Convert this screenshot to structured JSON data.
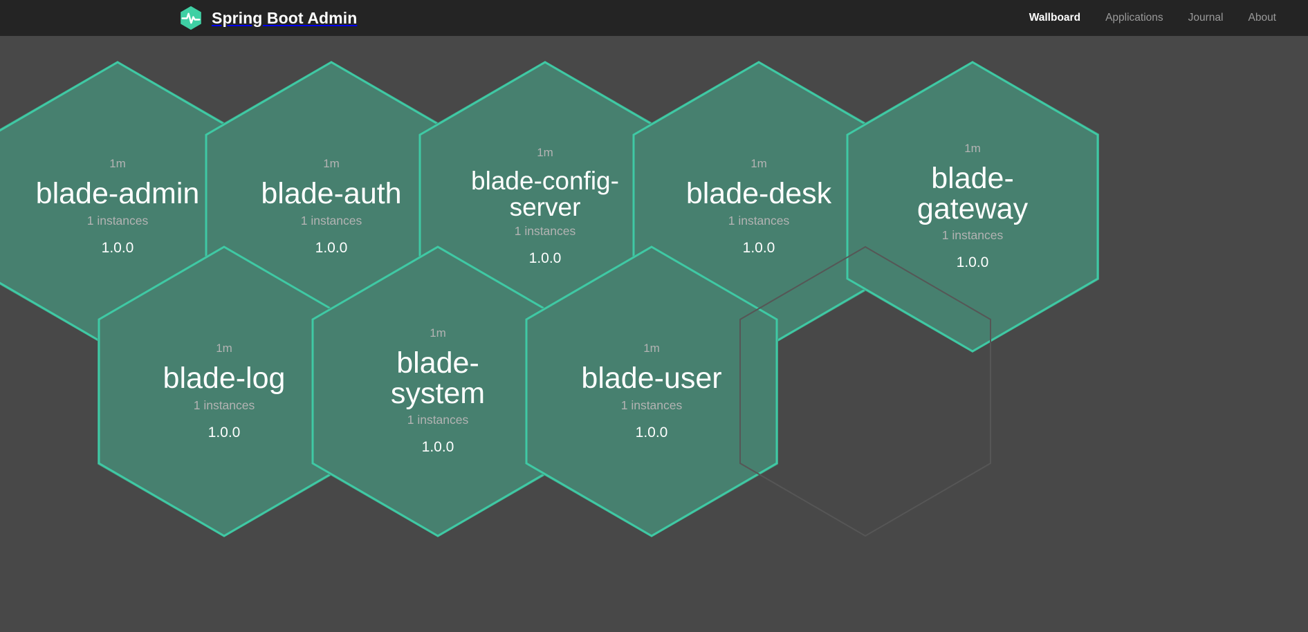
{
  "header": {
    "brand_title": "Spring Boot Admin",
    "logo_icon": "heartbeat-hexagon-icon",
    "logo_color": "#3fd0a4",
    "background": "#242424",
    "nav": [
      {
        "label": "Wallboard",
        "active": true
      },
      {
        "label": "Applications",
        "active": false
      },
      {
        "label": "Journal",
        "active": false
      },
      {
        "label": "About",
        "active": false
      }
    ]
  },
  "wallboard": {
    "background": "#484848",
    "hex_fill": "#47806f",
    "hex_stroke": "#3fc9a4",
    "empty_stroke": "#565656",
    "applications": [
      {
        "uptime": "1m",
        "name": "blade-admin",
        "instances": "1 instances",
        "version": "1.0.0",
        "row": 1,
        "col": 1
      },
      {
        "uptime": "1m",
        "name": "blade-auth",
        "instances": "1 instances",
        "version": "1.0.0",
        "row": 1,
        "col": 2
      },
      {
        "uptime": "1m",
        "name": "blade-config-server",
        "instances": "1 instances",
        "version": "1.0.0",
        "row": 1,
        "col": 3
      },
      {
        "uptime": "1m",
        "name": "blade-desk",
        "instances": "1 instances",
        "version": "1.0.0",
        "row": 1,
        "col": 4
      },
      {
        "uptime": "1m",
        "name": "blade-gateway",
        "instances": "1 instances",
        "version": "1.0.0",
        "row": 1,
        "col": 5
      },
      {
        "uptime": "1m",
        "name": "blade-log",
        "instances": "1 instances",
        "version": "1.0.0",
        "row": 2,
        "col": 1
      },
      {
        "uptime": "1m",
        "name": "blade-system",
        "instances": "1 instances",
        "version": "1.0.0",
        "row": 2,
        "col": 2
      },
      {
        "uptime": "1m",
        "name": "blade-user",
        "instances": "1 instances",
        "version": "1.0.0",
        "row": 2,
        "col": 3
      }
    ],
    "empty_slots": [
      {
        "row": 2,
        "col": 4
      }
    ]
  }
}
